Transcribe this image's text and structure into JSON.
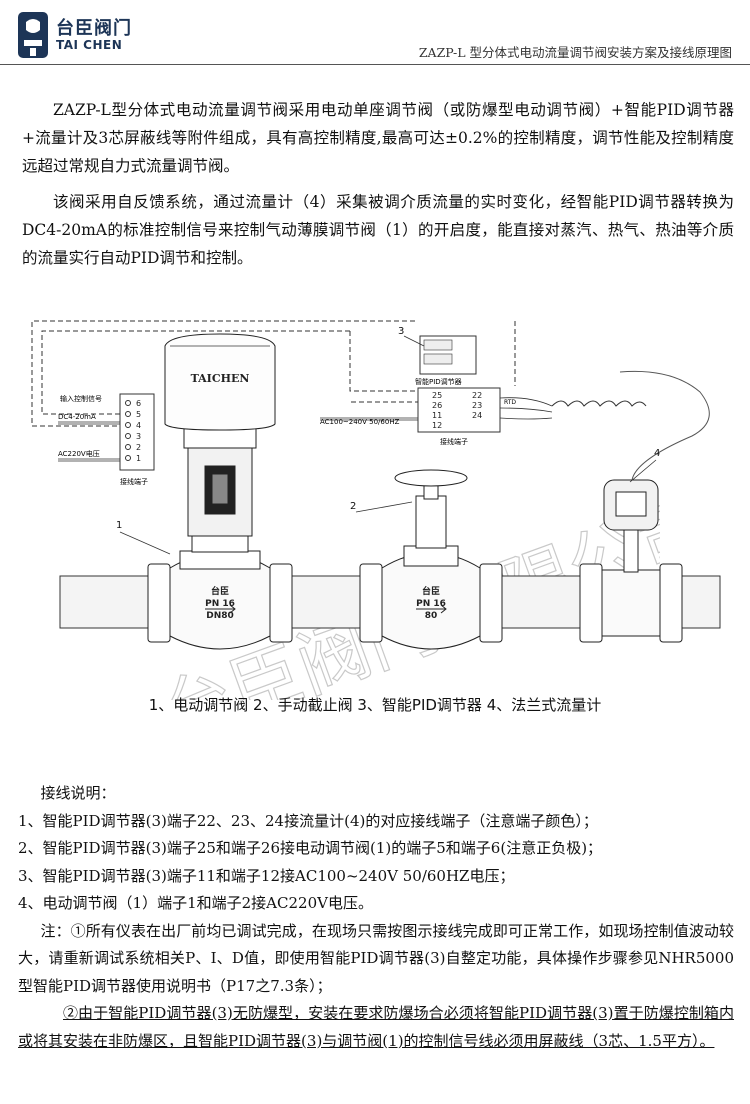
{
  "header": {
    "brand_cn": "台臣阀门",
    "brand_en": "TAI CHEN",
    "title": "ZAZP-L 型分体式电动流量调节阀安装方案及接线原理图"
  },
  "intro": {
    "p1": "ZAZP-L型分体式电动流量调节阀采用电动单座调节阀（或防爆型电动调节阀）+智能PID调节器+流量计及3芯屏蔽线等附件组成，具有高控制精度,最高可达±0.2%的控制精度，调节性能及控制精度远超过常规自力式流量调节阀。",
    "p2": "该阀采用自反馈系统，通过流量计（4）采集被调介质流量的实时变化，经智能PID调节器转换为DC4-20mA的标准控制信号来控制气动薄膜调节阀（1）的开启度，能直接对蒸汽、热气、热油等介质的流量实行自动PID调节和控制。"
  },
  "diagram": {
    "actuator_brand": "TAICHEN",
    "valve1_marks": {
      "brand": "台臣",
      "pn": "PN 16",
      "dn": "DN80"
    },
    "valve2_marks": {
      "brand": "台臣",
      "pn": "PN 16",
      "dn": "80"
    },
    "callouts": [
      "1",
      "2",
      "3",
      "4"
    ],
    "left_terminal": {
      "label_signal": "输入控制信号",
      "label_dc": "DC4-20mA",
      "label_ac": "AC220V电压",
      "title": "接线端子",
      "pins": [
        "6",
        "5",
        "4",
        "3",
        "2",
        "1"
      ]
    },
    "controller": {
      "title": "智能PID调节器",
      "terminal_title": "接线端子",
      "left_pins": [
        "25",
        "26",
        "11",
        "12"
      ],
      "right_pins": [
        "22",
        "23",
        "24"
      ],
      "supply": "AC100~240V 50/60HZ",
      "rtd": "RTD"
    }
  },
  "caption": "1、电动调节阀  2、手动截止阀   3、智能PID调节器  4、法兰式流量计",
  "wiring": {
    "title": "接线说明：",
    "items": [
      "1、智能PID调节器(3)端子22、23、24接流量计(4)的对应接线端子（注意端子颜色）；",
      "2、智能PID调节器(3)端子25和端子26接电动调节阀(1)的端子5和端子6(注意正负极)；",
      "3、智能PID调节器(3)端子11和端子12接AC100~240V 50/60HZ电压；",
      "4、电动调节阀（1）端子1和端子2接AC220V电压。"
    ],
    "note1": "注：①所有仪表在出厂前均已调试完成，在现场只需按图示接线完成即可正常工作，如现场控制值波动较大，请重新调试系统相关P、I、D值，即使用智能PID调节器(3)自整定功能，具体操作步骤参见NHR5000型智能PID调节器使用说明书（P17之7.3条）；",
    "note2": "②由于智能PID调节器(3)无防爆型，安装在要求防爆场合必须将智能PID调节器(3)置于防爆控制箱内或将其安装在非防爆区，且智能PID调节器(3)与调节阀(1)的控制信号线必须用屏蔽线（3芯、1.5平方）。"
  },
  "watermark": "台臣阀门有限公司"
}
